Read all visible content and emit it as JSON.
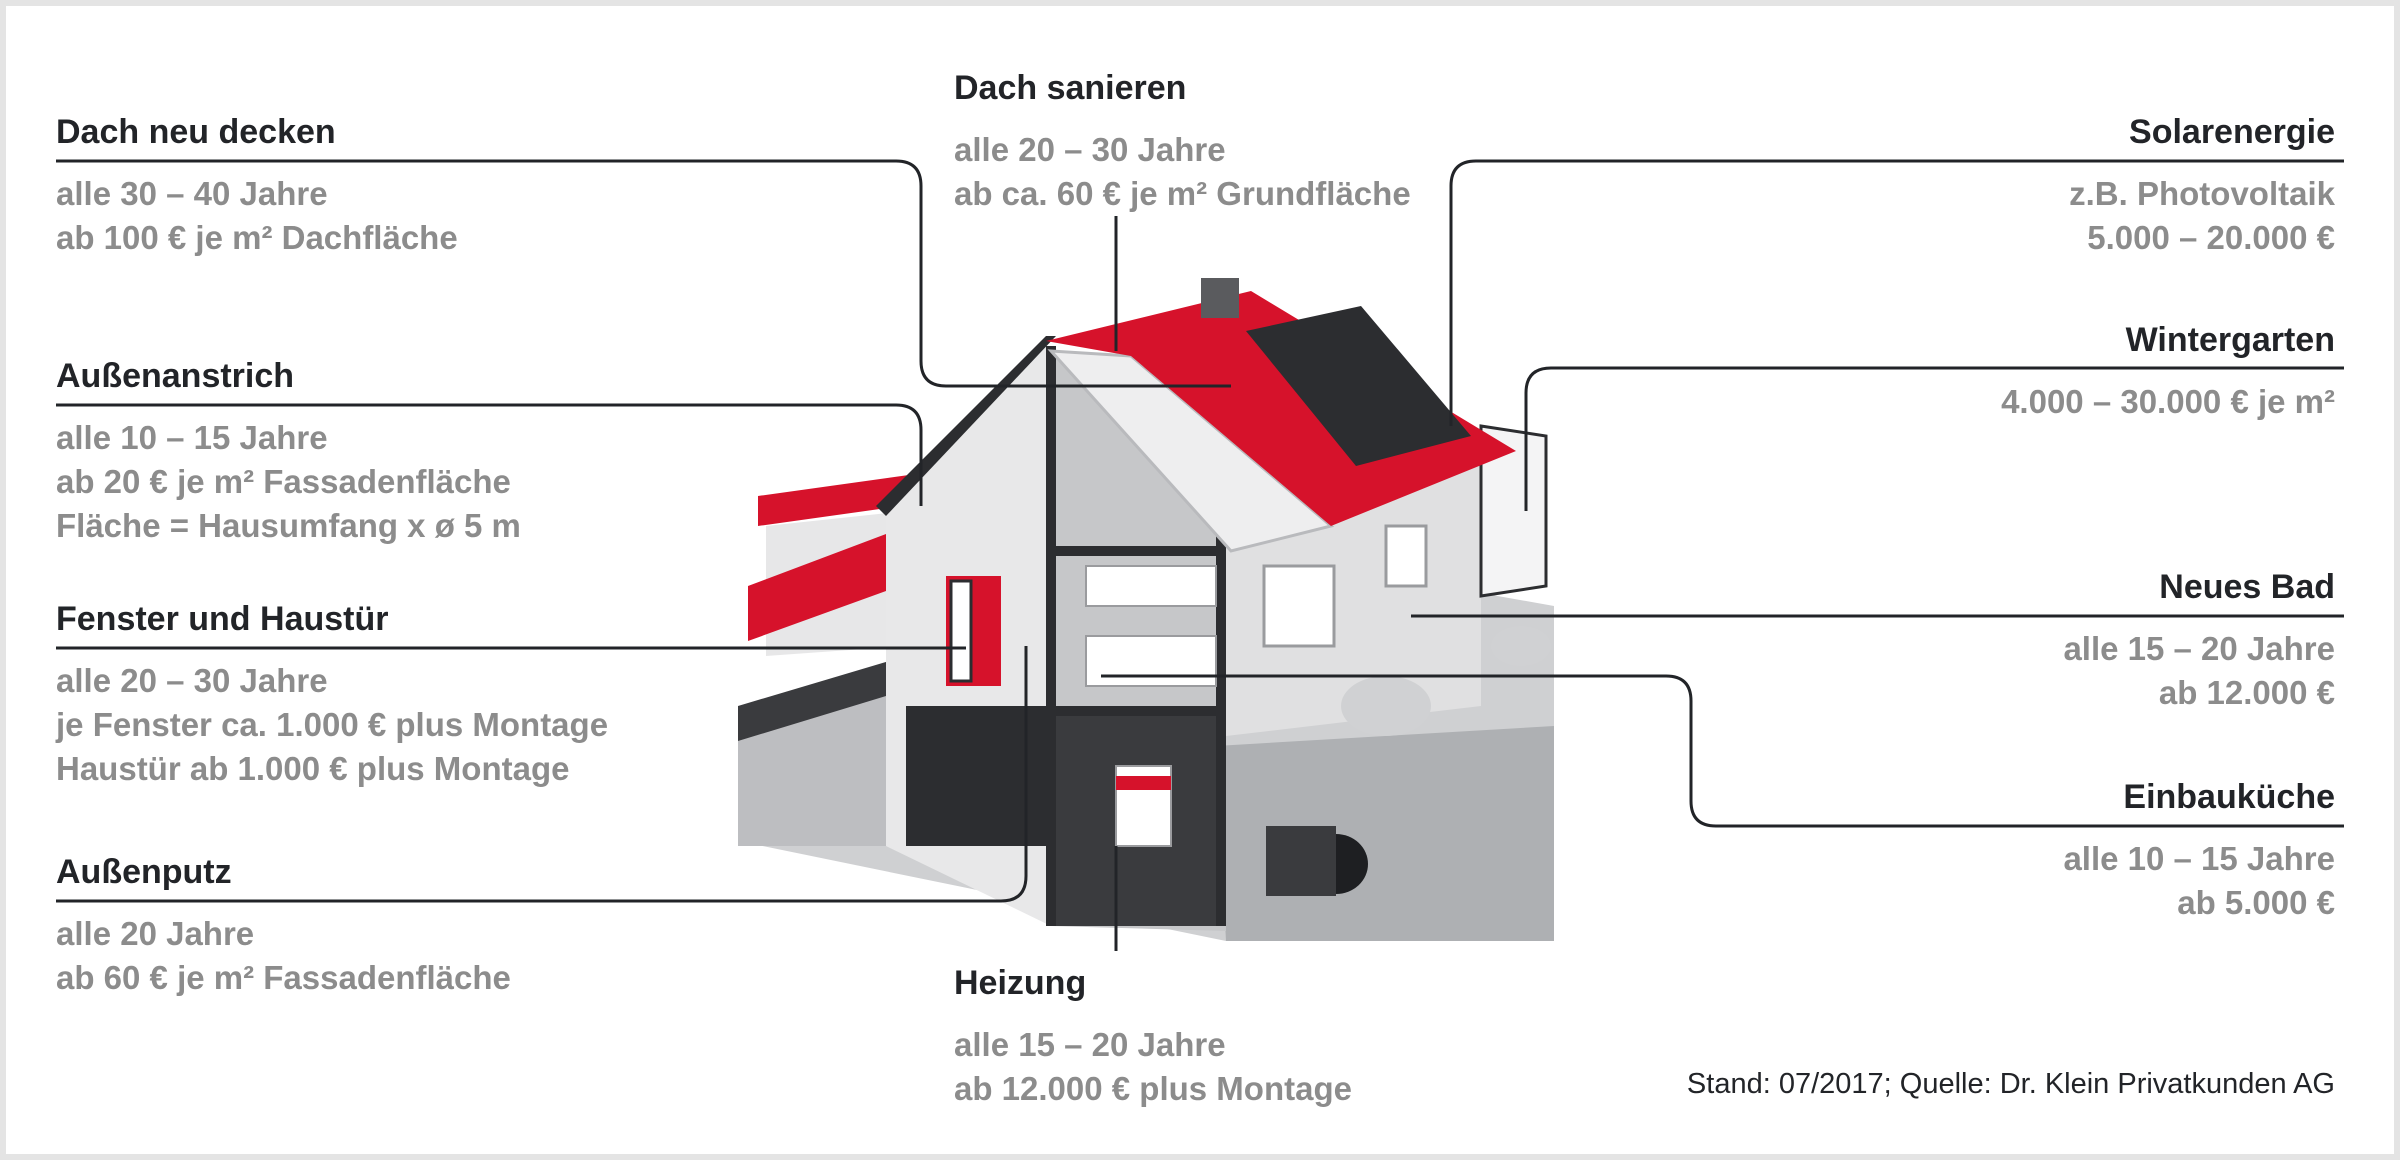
{
  "callouts": {
    "dach_neu": {
      "title": "Dach neu decken",
      "lines": [
        "alle 30 – 40 Jahre",
        "ab 100 € je m² Dachfläche"
      ]
    },
    "aussenanstrich": {
      "title": "Außenanstrich",
      "lines": [
        "alle 10 – 15 Jahre",
        "ab 20 € je m² Fassadenfläche",
        "Fläche = Hausumfang x ø 5 m"
      ]
    },
    "fenster": {
      "title": "Fenster und Haustür",
      "lines": [
        "alle 20 – 30 Jahre",
        "je Fenster ca. 1.000 € plus Montage",
        "Haustür ab 1.000 € plus Montage"
      ]
    },
    "aussenputz": {
      "title": "Außenputz",
      "lines": [
        "alle 20 Jahre",
        "ab 60 € je m² Fassadenfläche"
      ]
    },
    "dach_sanieren": {
      "title": "Dach sanieren",
      "lines": [
        "alle 20 – 30 Jahre",
        "ab ca. 60 € je m² Grundfläche"
      ]
    },
    "heizung": {
      "title": "Heizung",
      "lines": [
        "alle 15 – 20 Jahre",
        "ab 12.000 € plus Montage"
      ]
    },
    "solar": {
      "title": "Solarenergie",
      "lines": [
        "z.B. Photovoltaik",
        "5.000 – 20.000 €"
      ]
    },
    "wintergarten": {
      "title": "Wintergarten",
      "lines": [
        "4.000 – 30.000 € je m²"
      ]
    },
    "bad": {
      "title": "Neues Bad",
      "lines": [
        "alle 15 – 20 Jahre",
        "ab 12.000 €"
      ]
    },
    "kueche": {
      "title": "Einbauküche",
      "lines": [
        "alle 10 – 15 Jahre",
        "ab 5.000 €"
      ]
    }
  },
  "source": "Stand: 07/2017; Quelle: Dr. Klein Privatkunden AG",
  "colors": {
    "accent_red": "#d6122b",
    "title_text": "#222428",
    "detail_text": "#8c8c8c",
    "line": "#222428"
  }
}
